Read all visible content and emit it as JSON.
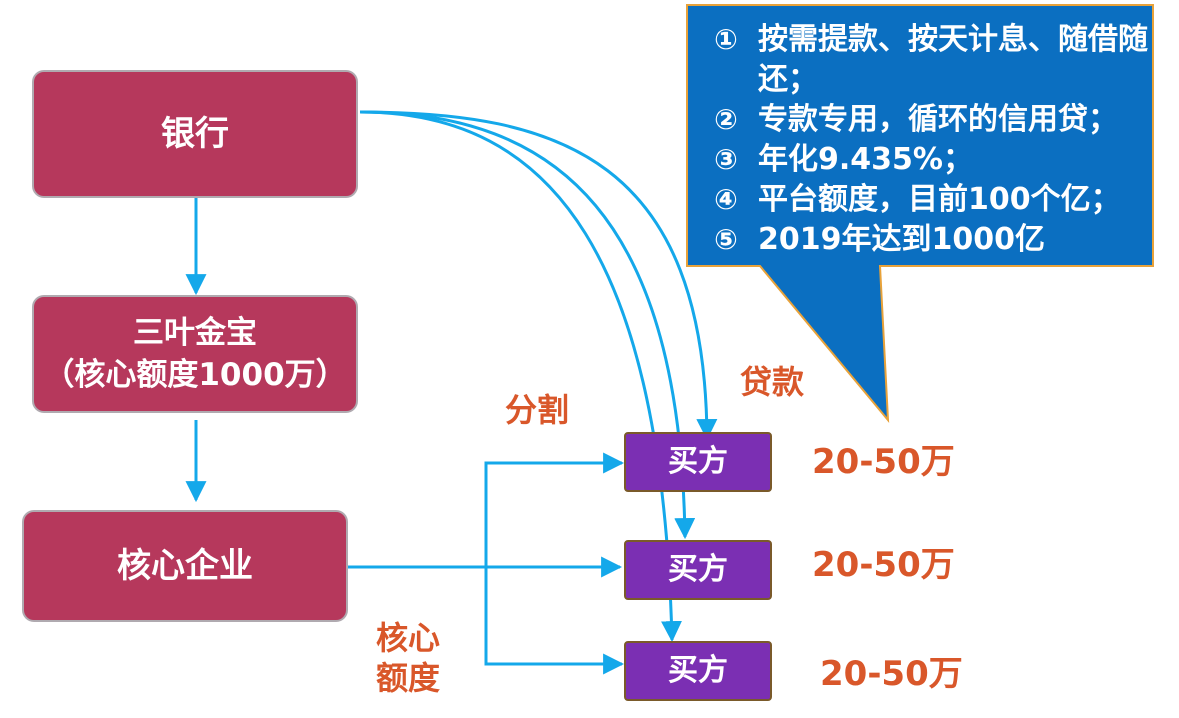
{
  "nodes": {
    "bank": "银行",
    "sanye": [
      "三叶金宝",
      "（核心额度1000万）"
    ],
    "core_enterprise": "核心企业",
    "buyers": [
      "买方",
      "买方",
      "买方"
    ]
  },
  "labels": {
    "split": "分割",
    "loan": "贷款",
    "core_quota": [
      "核心",
      "额度"
    ]
  },
  "amounts": [
    "20-50万",
    "20-50万",
    "20-50万"
  ],
  "callout": {
    "items": [
      {
        "num": "①",
        "text": "按需提款、按天计息、随借随还；"
      },
      {
        "num": "②",
        "text": "专款专用，循环的信用贷；"
      },
      {
        "num": "③",
        "text": "年化9.435%；"
      },
      {
        "num": "④",
        "text": "平台额度，目前100个亿；"
      },
      {
        "num": "⑤",
        "text": "2019年达到1000亿"
      }
    ]
  },
  "colors": {
    "node_red": "#b6385c",
    "node_purple": "#7b2fb3",
    "arrow": "#14a8ea",
    "callout_fill": "#0b6fc1",
    "callout_border": "#e8a23a",
    "label_orange": "#d9572a"
  }
}
